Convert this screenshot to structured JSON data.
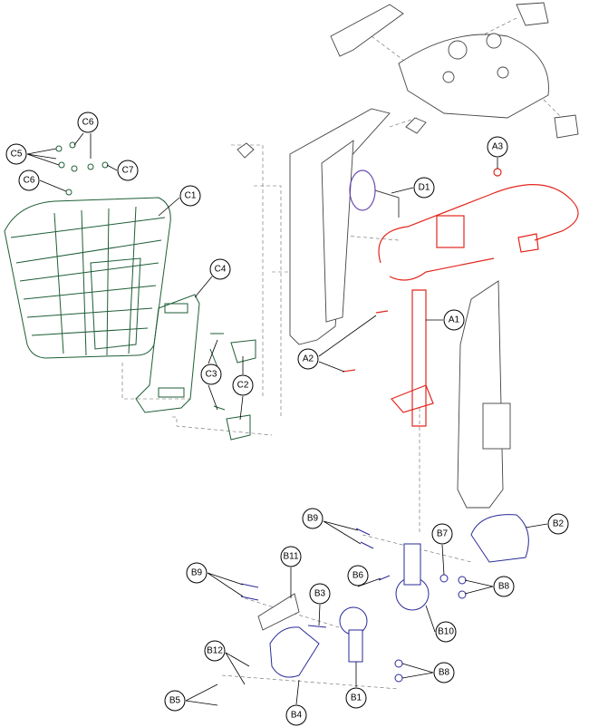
{
  "title": "Tiller and front basket exploded parts diagram",
  "colors": {
    "basket_group": "#1f5e36",
    "tiller_group": "#e3261d",
    "base_group": "#2a2a9a",
    "shroud_group": "#444444"
  },
  "callouts": {
    "c6_top": "C6",
    "c5": "C5",
    "c7": "C7",
    "c6_left": "C6",
    "c1": "C1",
    "c4": "C4",
    "c3": "C3",
    "c2": "C2",
    "d1": "D1",
    "a3": "A3",
    "a1": "A1",
    "a2": "A2",
    "b9_top": "B9",
    "b2": "B2",
    "b7": "B7",
    "b8_top": "B8",
    "b9_left": "B9",
    "b11": "B11",
    "b6": "B6",
    "b3": "B3",
    "b10": "B10",
    "b12": "B12",
    "b8_bottom": "B8",
    "b5": "B5",
    "b1": "B1",
    "b4": "B4"
  }
}
